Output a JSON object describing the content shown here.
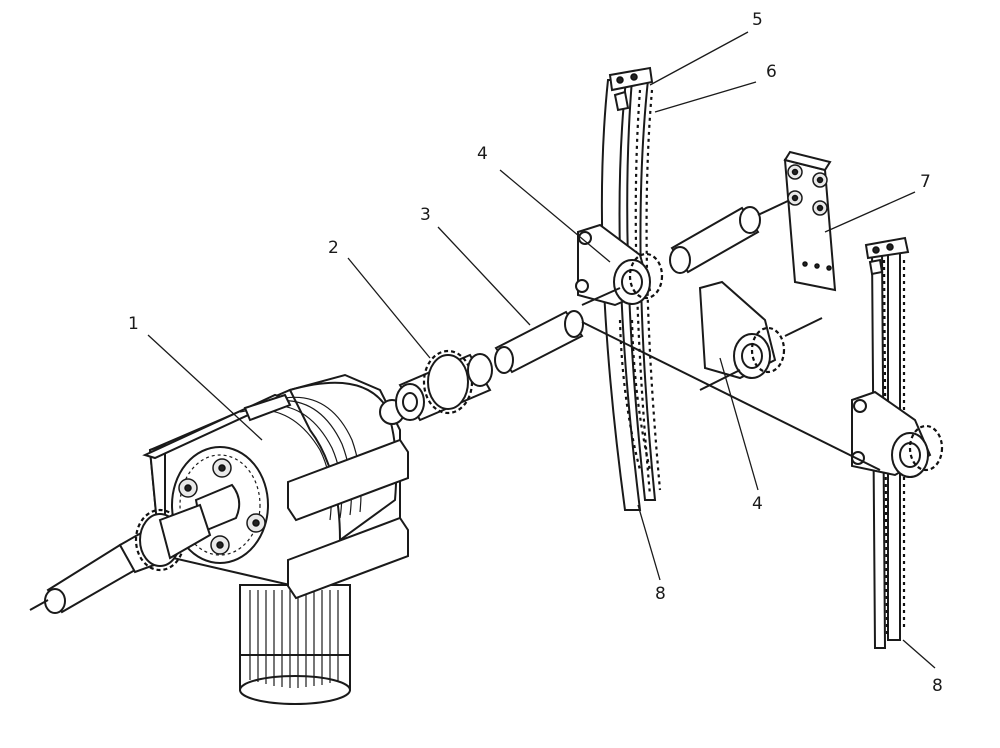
{
  "callouts": [
    {
      "id": "label-1",
      "text": "1"
    },
    {
      "id": "label-2",
      "text": "2"
    },
    {
      "id": "label-3",
      "text": "3"
    },
    {
      "id": "label-4-top",
      "text": "4"
    },
    {
      "id": "label-4-bottom",
      "text": "4"
    },
    {
      "id": "label-5",
      "text": "5"
    },
    {
      "id": "label-6",
      "text": "6"
    },
    {
      "id": "label-7",
      "text": "7"
    },
    {
      "id": "label-8-left",
      "text": "8"
    },
    {
      "id": "label-8-right",
      "text": "8"
    }
  ],
  "colors": {
    "line": "#1a1a1a",
    "background": "#ffffff",
    "shade": "#e9e9e9"
  }
}
